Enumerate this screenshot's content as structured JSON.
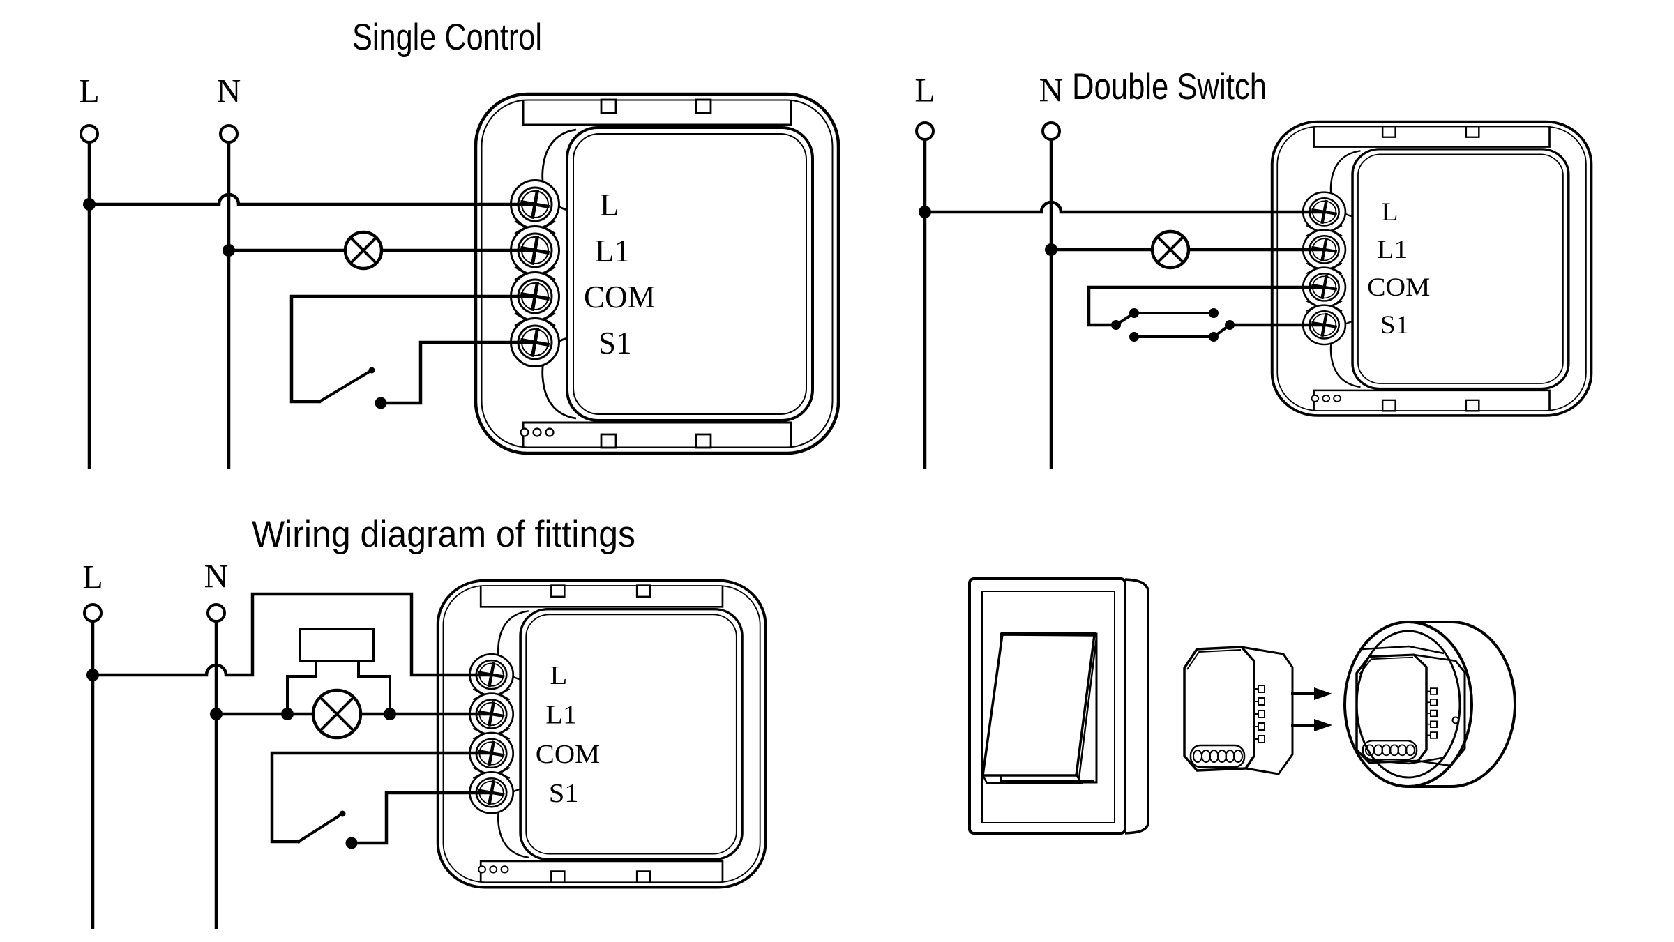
{
  "colors": {
    "ink": "#000000",
    "paper": "#ffffff"
  },
  "symbols": {
    "lamp": "lamp-circle-x-icon",
    "junction": "junction-dot",
    "switch": "switch-blade-icon",
    "terminal": "supply-terminal-circle"
  },
  "diagrams": {
    "single_control": {
      "title": "Single Control",
      "line_labels": [
        "L",
        "N"
      ],
      "terminals": [
        "L",
        "L1",
        "COM",
        "S1"
      ]
    },
    "double_switch": {
      "title": "Double Switch",
      "line_labels": [
        "L",
        "N"
      ],
      "terminals": [
        "L",
        "L1",
        "COM",
        "S1"
      ]
    },
    "fittings": {
      "title": "Wiring diagram of fittings",
      "line_labels": [
        "L",
        "N"
      ],
      "terminals": [
        "L",
        "L1",
        "COM",
        "S1"
      ]
    }
  }
}
